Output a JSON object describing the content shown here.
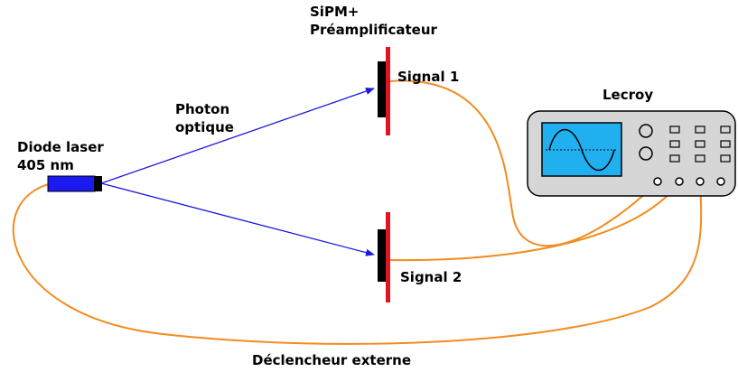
{
  "labels": {
    "sipm_line1": "SiPM+",
    "sipm_line2": "Préamplificateur",
    "signal1": "Signal 1",
    "signal2": "Signal 2",
    "photon_line1": "Photon",
    "photon_line2": "optique",
    "diode_line1": "Diode laser",
    "diode_line2": "405 nm",
    "scope": "Lecroy",
    "trigger": "Déclencheur externe"
  },
  "colors": {
    "cable": "#f28c1e",
    "beam": "#1a1adc",
    "laser_body": "#1a1af0",
    "sensor_plate": "#e0141e",
    "sensor_block": "#000000",
    "scope_body": "#d6d6d6",
    "scope_screen": "#20b0f0"
  }
}
